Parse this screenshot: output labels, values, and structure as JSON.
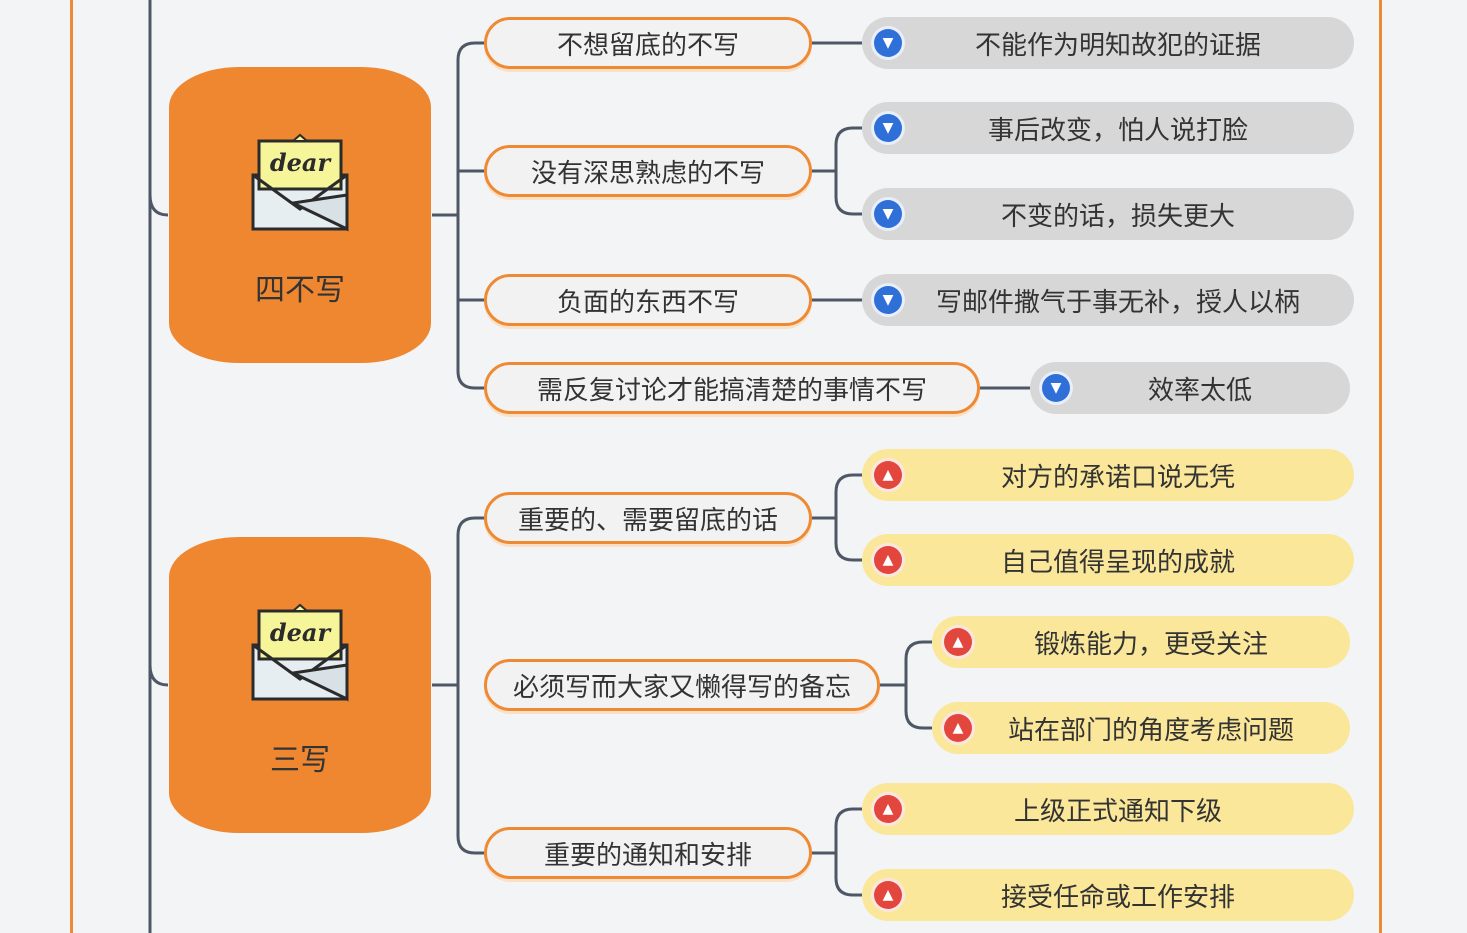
{
  "colors": {
    "frame": "#ee8a34",
    "central": "#ef8731",
    "connector": "#4d5766",
    "negative_leaf": "#d7d7d7",
    "positive_leaf": "#fae79a",
    "thumb_down": "#2f6fd8",
    "thumb_up": "#e2463d"
  },
  "envelope_text": "dear",
  "groups": [
    {
      "title": "四不写",
      "icon": "envelope-letter-icon",
      "branches": [
        {
          "label": "不想留底的不写",
          "reasons": [
            {
              "text": "不能作为明知故犯的证据",
              "icon": "thumbs-down-icon"
            }
          ]
        },
        {
          "label": "没有深思熟虑的不写",
          "reasons": [
            {
              "text": "事后改变，怕人说打脸",
              "icon": "thumbs-down-icon"
            },
            {
              "text": "不变的话，损失更大",
              "icon": "thumbs-down-icon"
            }
          ]
        },
        {
          "label": "负面的东西不写",
          "reasons": [
            {
              "text": "写邮件撒气于事无补，授人以柄",
              "icon": "thumbs-down-icon"
            }
          ]
        },
        {
          "label": "需反复讨论才能搞清楚的事情不写",
          "reasons": [
            {
              "text": "效率太低",
              "icon": "thumbs-down-icon"
            }
          ]
        }
      ]
    },
    {
      "title": "三写",
      "icon": "envelope-letter-icon",
      "branches": [
        {
          "label": "重要的、需要留底的话",
          "reasons": [
            {
              "text": "对方的承诺口说无凭",
              "icon": "thumbs-up-icon"
            },
            {
              "text": "自己值得呈现的成就",
              "icon": "thumbs-up-icon"
            }
          ]
        },
        {
          "label": "必须写而大家又懒得写的备忘",
          "reasons": [
            {
              "text": "锻炼能力，更受关注",
              "icon": "thumbs-up-icon"
            },
            {
              "text": "站在部门的角度考虑问题",
              "icon": "thumbs-up-icon"
            }
          ]
        },
        {
          "label": "重要的通知和安排",
          "reasons": [
            {
              "text": "上级正式通知下级",
              "icon": "thumbs-up-icon"
            },
            {
              "text": "接受任命或工作安排",
              "icon": "thumbs-up-icon"
            }
          ]
        }
      ]
    }
  ]
}
